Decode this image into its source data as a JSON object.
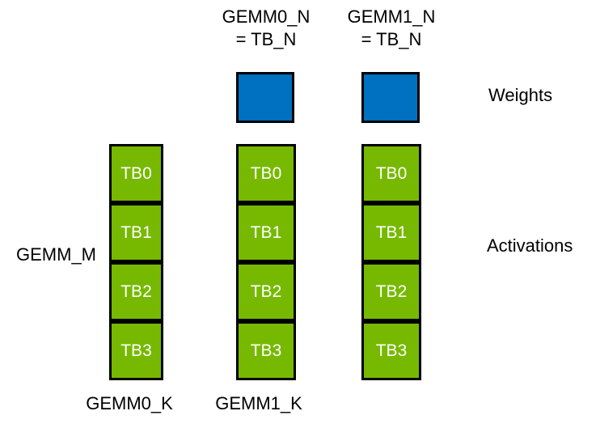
{
  "colors": {
    "green": "#76b900",
    "blue": "#0070c0",
    "border": "#000000",
    "label_text": "#000000",
    "tb_text": "#ffffff",
    "background": "#ffffff"
  },
  "headings": [
    {
      "line1": "GEMM0_N",
      "line2": "= TB_N"
    },
    {
      "line1": "GEMM1_N",
      "line2": "= TB_N"
    }
  ],
  "labels": {
    "weights": "Weights",
    "activations": "Activations",
    "gemm_m": "GEMM_M",
    "gemm0_k": "GEMM0_K",
    "gemm1_k": "GEMM1_K"
  },
  "columns": [
    {
      "blocks": [
        "TB0",
        "TB1",
        "TB2",
        "TB3"
      ]
    },
    {
      "blocks": [
        "TB0",
        "TB1",
        "TB2",
        "TB3"
      ]
    },
    {
      "blocks": [
        "TB0",
        "TB1",
        "TB2",
        "TB3"
      ]
    }
  ]
}
